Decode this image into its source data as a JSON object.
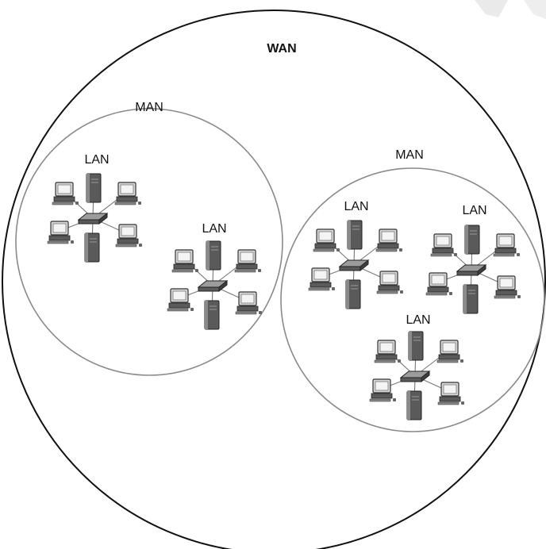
{
  "diagram": {
    "wan": {
      "label": "WAN"
    },
    "mans": [
      {
        "label": "MAN",
        "lans": [
          {
            "label": "LAN"
          },
          {
            "label": "LAN"
          }
        ]
      },
      {
        "label": "MAN",
        "lans": [
          {
            "label": "LAN"
          },
          {
            "label": "LAN"
          },
          {
            "label": "LAN"
          }
        ]
      }
    ]
  },
  "colors": {
    "wan_stroke": "#111111",
    "man_stroke": "#8a8a8a",
    "device_dark": "#5a5a5a",
    "device_light": "#d9d9d9",
    "link": "#777777",
    "watermark": "#e0e0e0"
  }
}
